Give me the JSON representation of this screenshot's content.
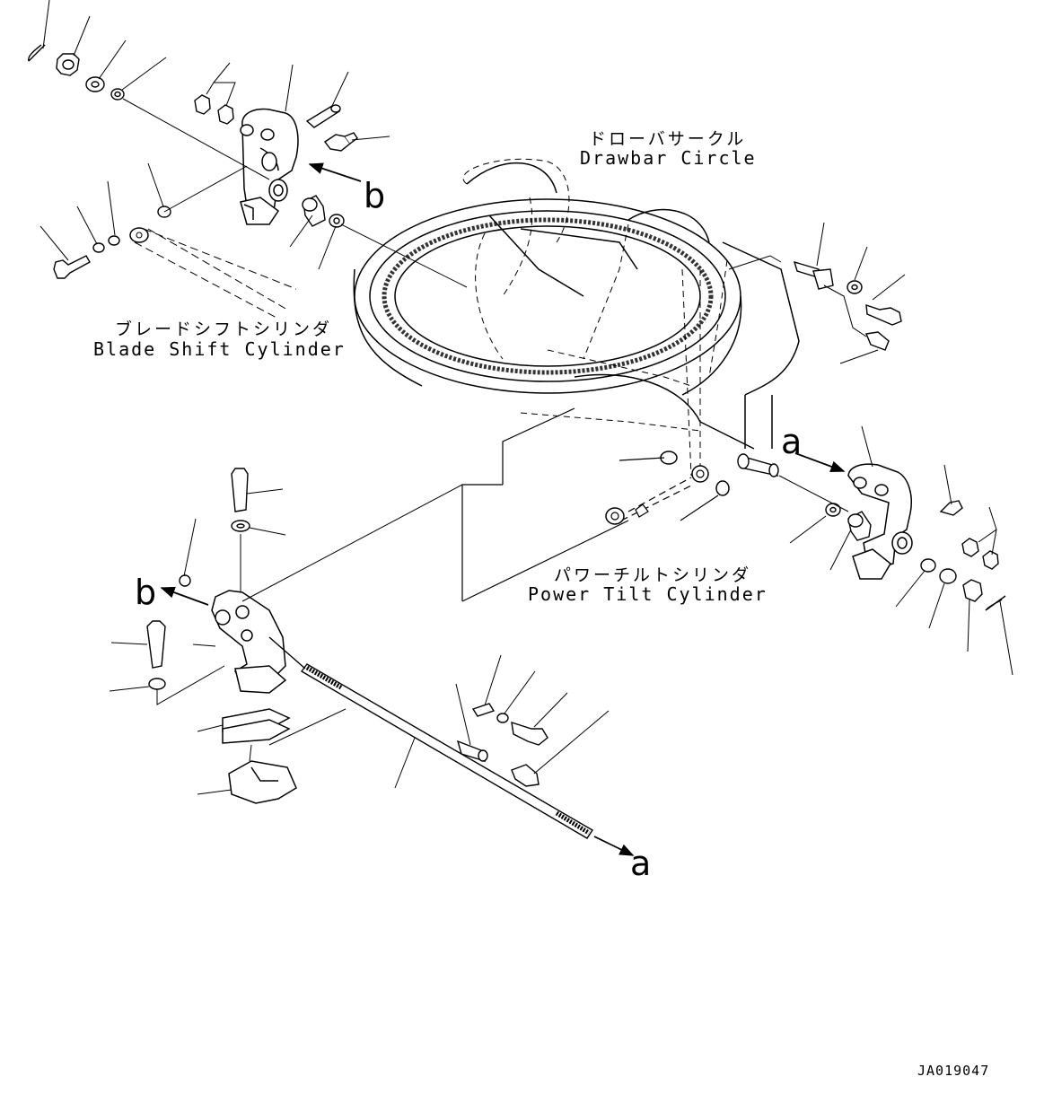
{
  "labels": {
    "drawbar_circle_jp": "ドローバサークル",
    "drawbar_circle_en": "Drawbar Circle",
    "blade_shift_jp": "ブレードシフトシリンダ",
    "blade_shift_en": "Blade Shift Cylinder",
    "power_tilt_jp": "パワーチルトシリンダ",
    "power_tilt_en": "Power Tilt Cylinder"
  },
  "refs": {
    "b_upper": "b",
    "a_right": "a",
    "b_left": "b",
    "a_bottom": "a"
  },
  "drawing_code": "JA019047",
  "colors": {
    "line": "#000000",
    "background": "#ffffff"
  }
}
